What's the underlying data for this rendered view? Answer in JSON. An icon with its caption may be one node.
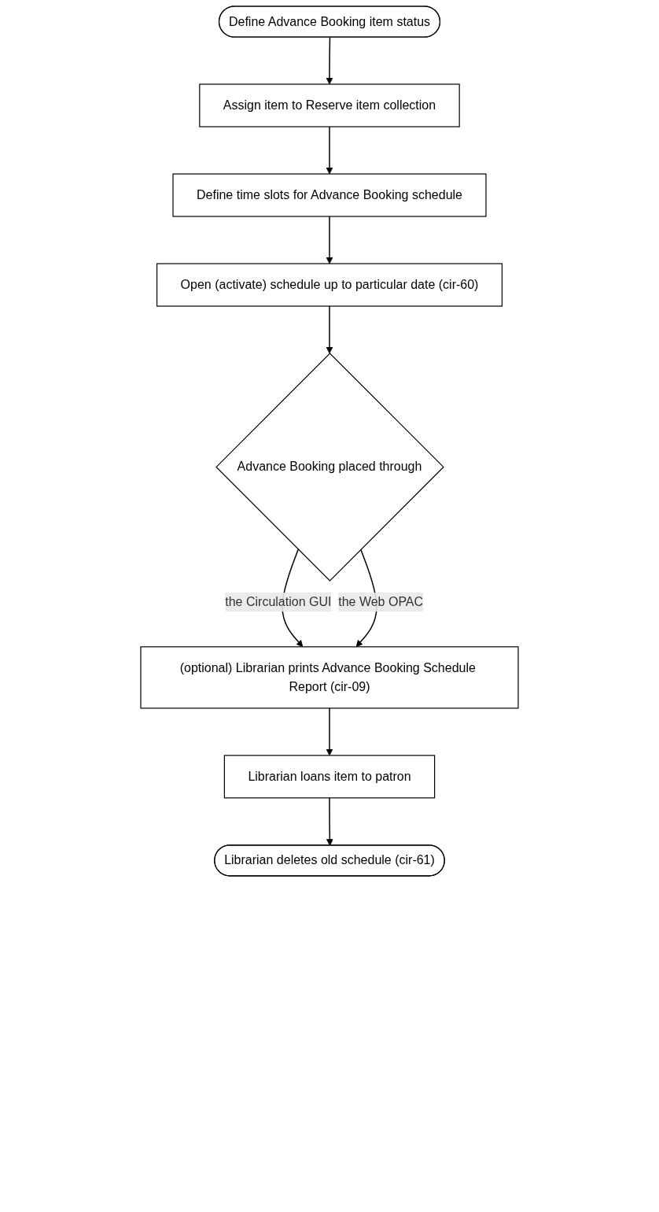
{
  "diagram": {
    "nodes": [
      {
        "text": [
          "Define Advance Booking item status"
        ]
      },
      {
        "text": [
          "Assign item to Reserve item collection"
        ]
      },
      {
        "text": [
          "Define time slots for Advance Booking schedule"
        ]
      },
      {
        "text": [
          "Open (activate) schedule up to particular date (cir-60)"
        ]
      },
      {
        "text": [
          "Advance Booking placed through"
        ]
      },
      {
        "text": [
          "(optional) Librarian prints Advance Booking Schedule Report (cir-09)"
        ]
      },
      {
        "text": [
          "Librarian loans item to patron"
        ]
      },
      {
        "text": [
          "Librarian deletes old schedule (cir-61)"
        ]
      }
    ],
    "edges": [
      {
        "from": 0,
        "to": 1,
        "arrow": "to"
      },
      {
        "from": 1,
        "to": 2,
        "arrow": "to"
      },
      {
        "from": 2,
        "to": 3,
        "arrow": "to"
      },
      {
        "from": 3,
        "to": 4,
        "arrow": "to"
      },
      {
        "from": 4,
        "to": 5,
        "label": "the Circulation GUI",
        "arrow": "to"
      },
      {
        "from": 4,
        "to": 5,
        "label": "the Web OPAC",
        "arrow": "to"
      },
      {
        "from": 5,
        "to": 6,
        "arrow": "to"
      },
      {
        "from": 6,
        "to": 7,
        "arrow": "to"
      }
    ]
  }
}
